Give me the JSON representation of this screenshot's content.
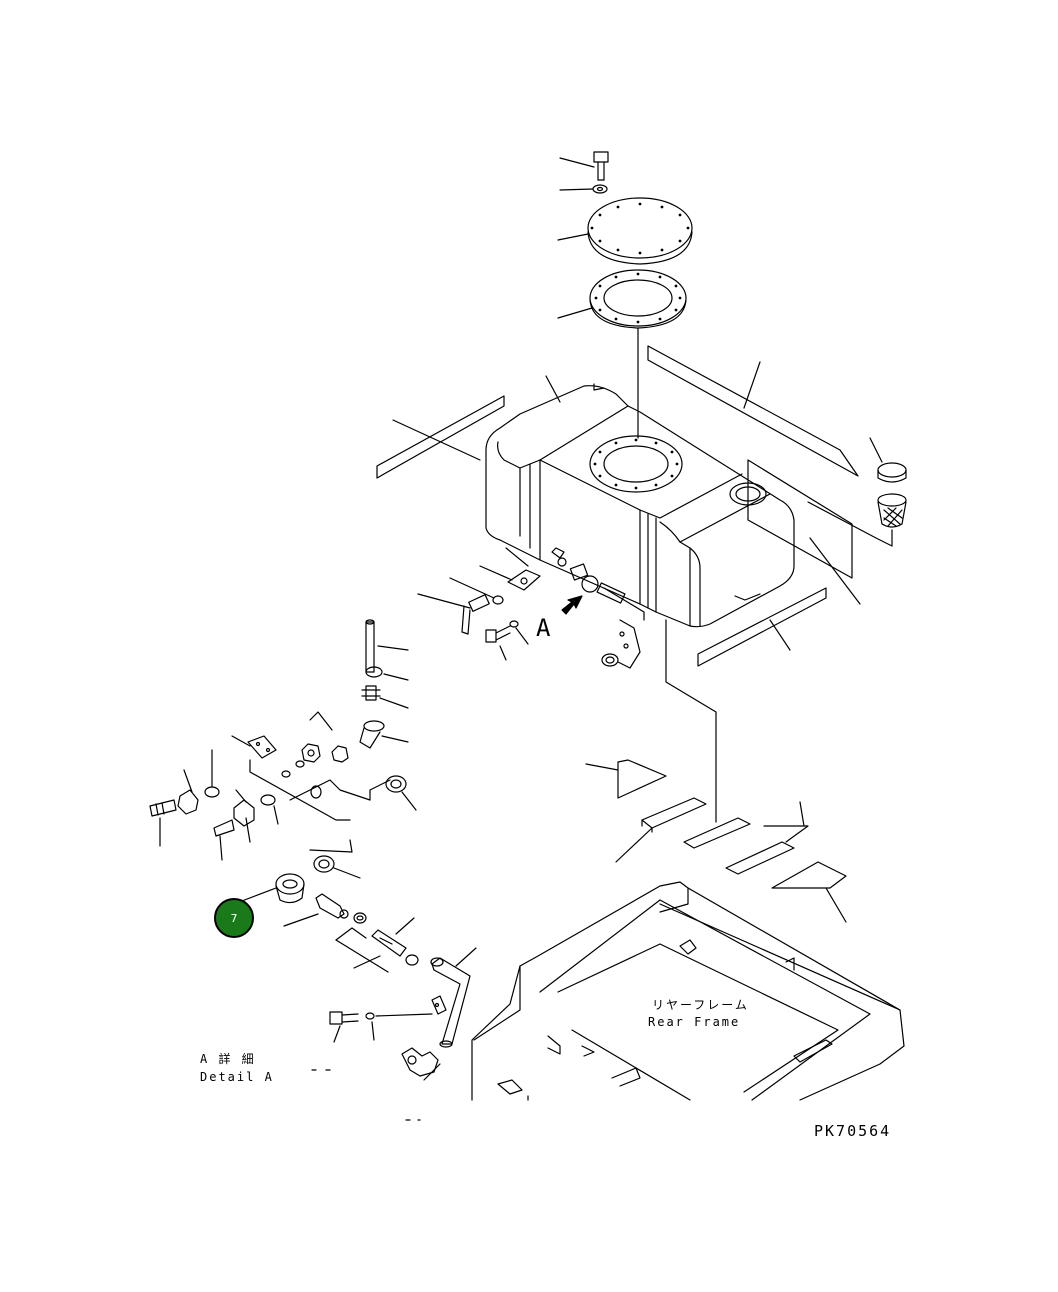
{
  "drawing_id": "PK70564",
  "view_marker": "A",
  "detail_label_jp": "A 詳 細",
  "detail_label_en": "Detail A",
  "rear_frame_jp": "リヤーフレーム",
  "rear_frame_en": "Rear Frame",
  "callout": {
    "number": "7",
    "color": "#1a7a1a"
  }
}
